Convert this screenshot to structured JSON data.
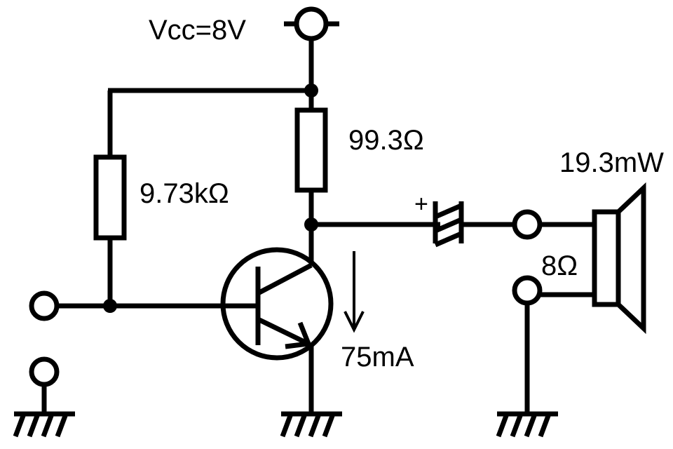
{
  "circuit": {
    "supply_label": "Vcc=8V",
    "r_bias_label": "9.73kΩ",
    "r_load_label": "99.3Ω",
    "current_label": "75mA",
    "power_label": "19.3mW",
    "speaker_impedance_label": "8Ω",
    "cap_polarity_label": "+"
  },
  "colors": {
    "line": "#000000",
    "background": "#ffffff"
  }
}
